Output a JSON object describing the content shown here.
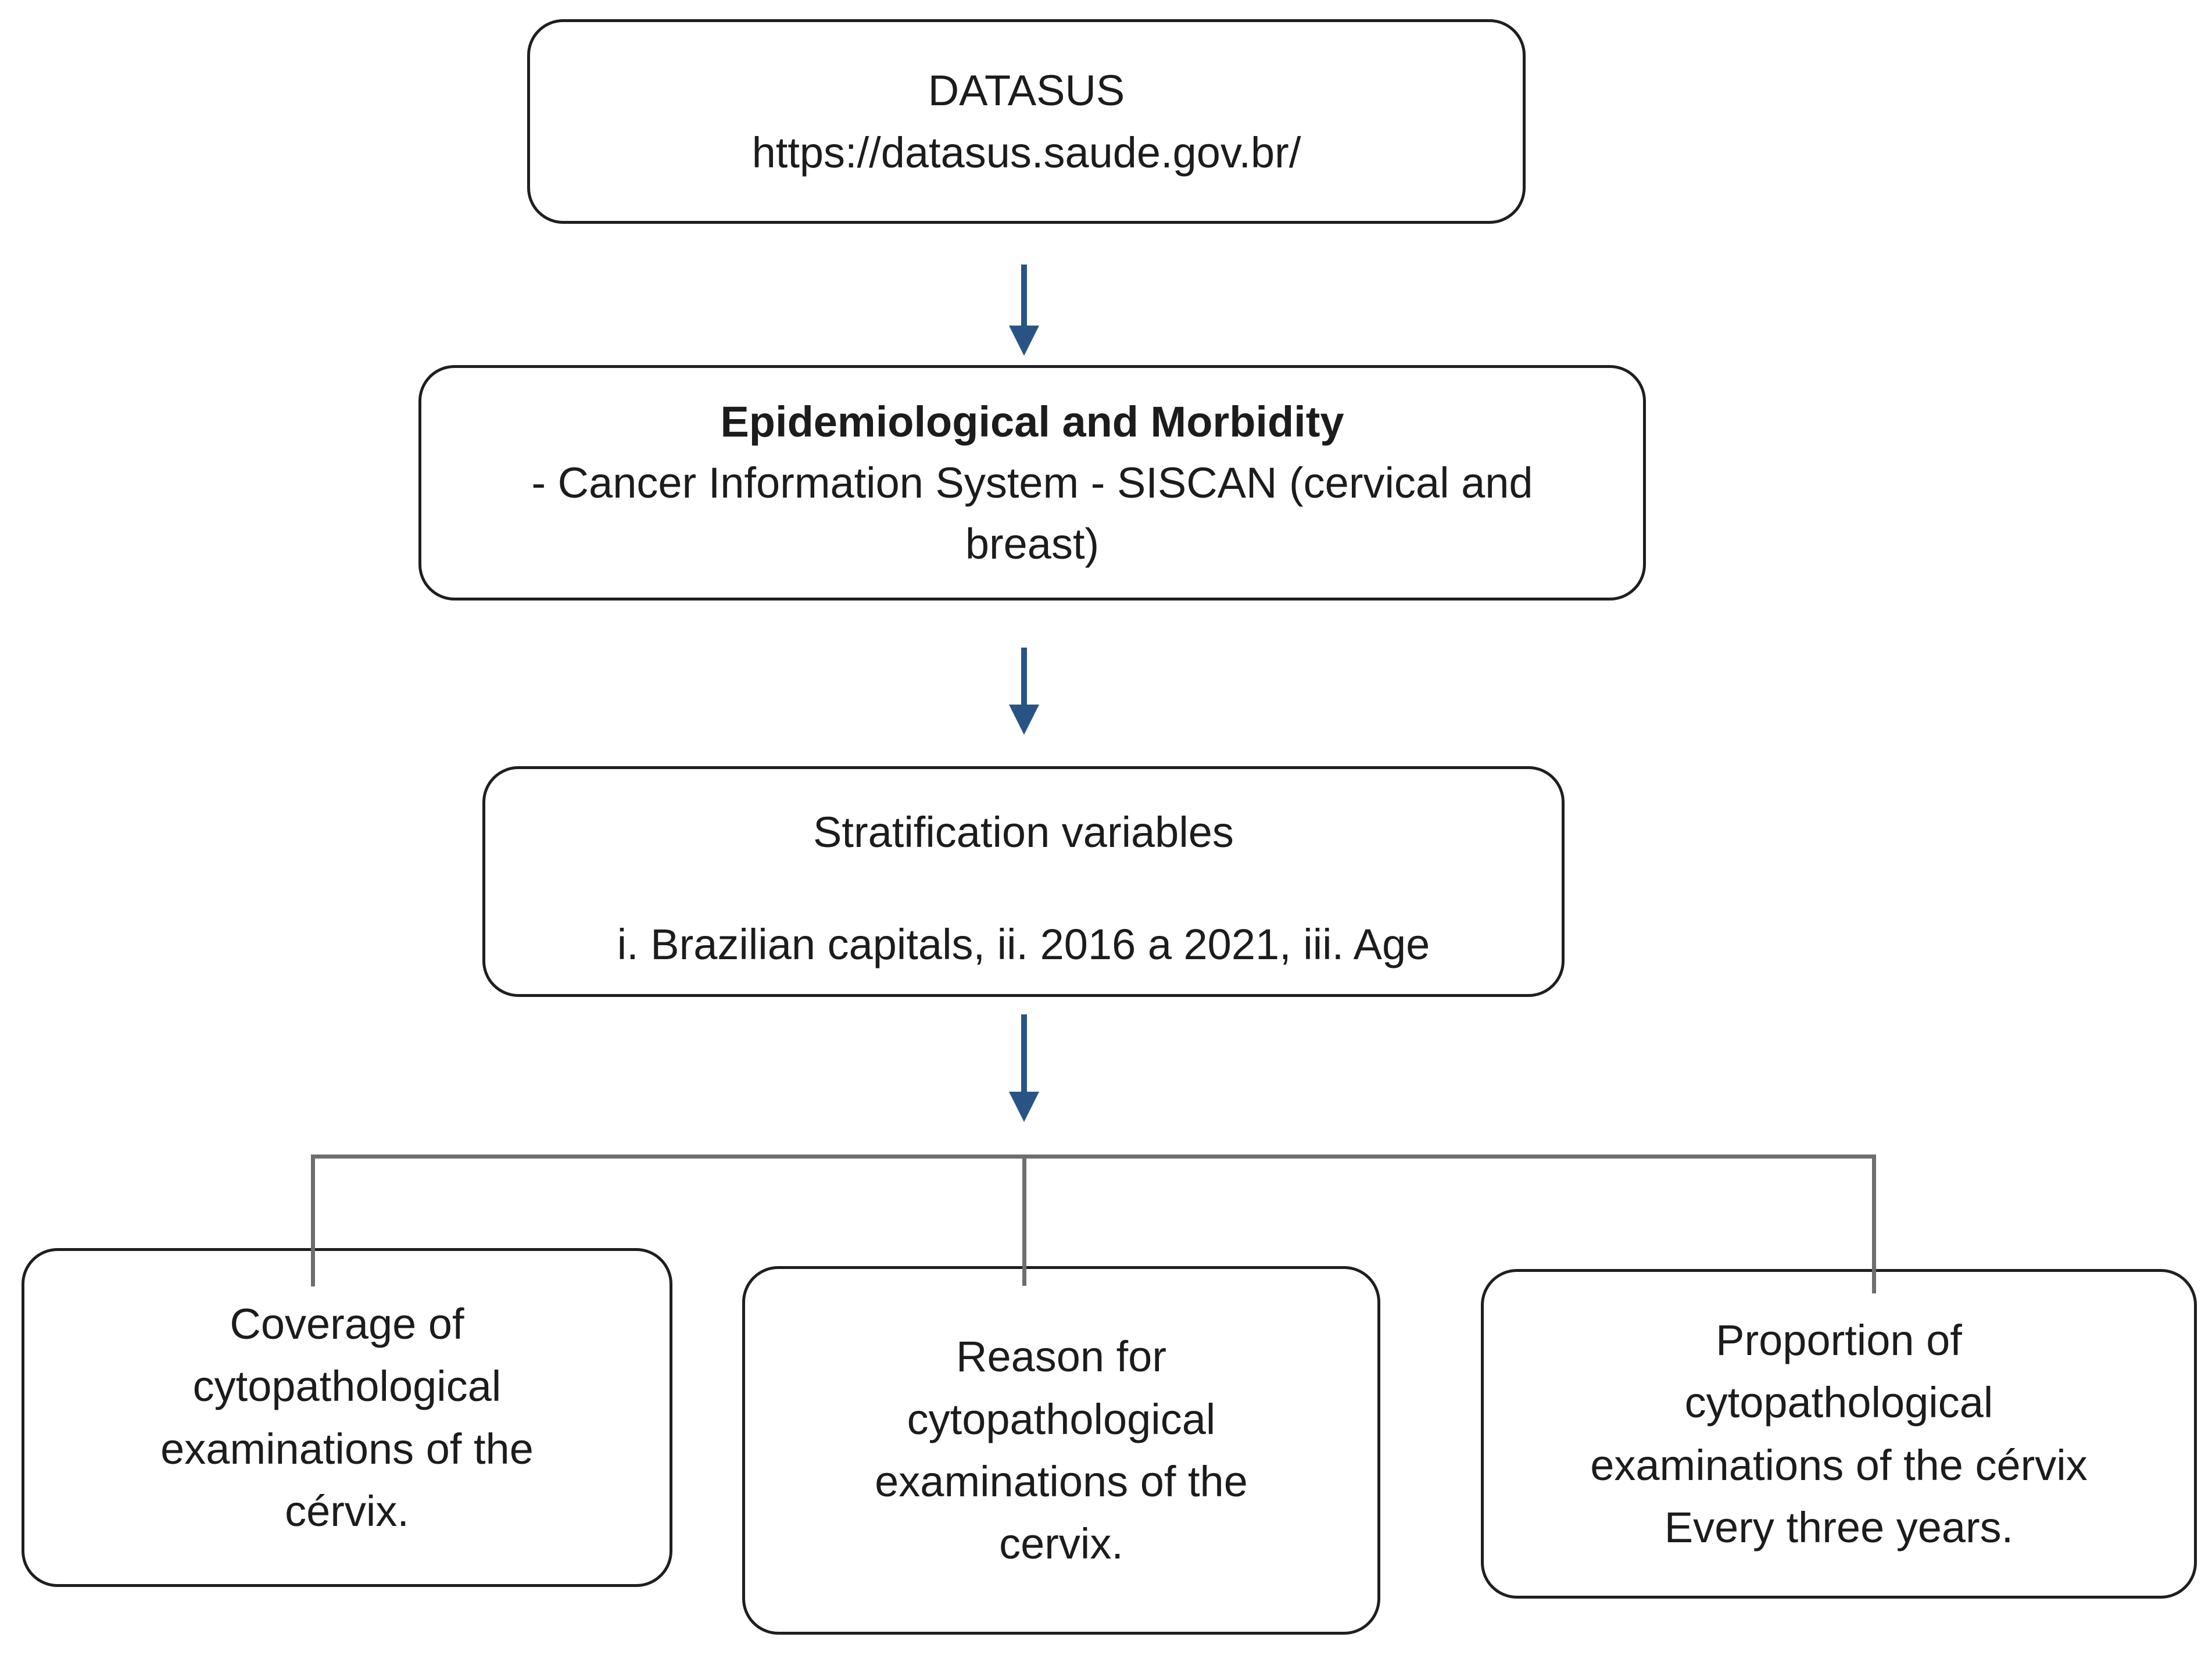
{
  "figure": {
    "type": "flowchart",
    "background": "#ffffff",
    "colors": {
      "arrow": "#2a5385",
      "connector": "#6e6e6e",
      "box_border": "#1f1f1f",
      "text": "#1c1c1c"
    },
    "nodes": {
      "datasus": {
        "title": "DATASUS",
        "url": "https://datasus.saude.gov.br/"
      },
      "siscan": {
        "heading": "Epidemiological and Morbidity",
        "body_line1": "- Cancer Information System - SISCAN (cervical and",
        "body_line2": "breast)"
      },
      "stratification": {
        "title": "Stratification variables",
        "variables": "i. Brazilian capitals, ii. 2016 a 2021, iii. Age"
      },
      "outcomes": [
        {
          "line1": "Coverage of",
          "line2": "cytopathological",
          "line3": "examinations of the",
          "line4": "cérvix."
        },
        {
          "line1": "Reason for",
          "line2": "cytopathological",
          "line3": "examinations of the",
          "line4": "cervix."
        },
        {
          "line1": "Proportion of",
          "line2": "cytopathological",
          "line3": "examinations of the cérvix",
          "line4": "Every three years."
        }
      ]
    }
  }
}
